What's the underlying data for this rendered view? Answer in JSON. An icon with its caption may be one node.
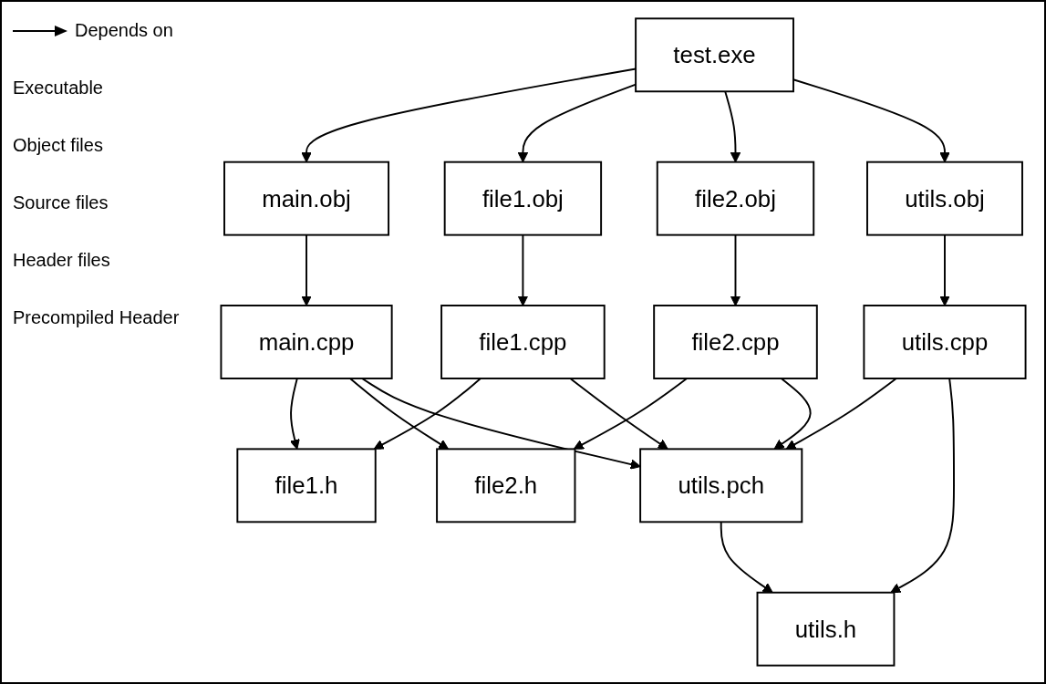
{
  "diagram": {
    "nodes": [
      {
        "text": [
          "test.exe"
        ]
      },
      {
        "text": [
          "main.obj"
        ]
      },
      {
        "text": [
          "file1.obj"
        ]
      },
      {
        "text": [
          "file2.obj"
        ]
      },
      {
        "text": [
          "utils.obj"
        ]
      },
      {
        "text": [
          "main.cpp"
        ]
      },
      {
        "text": [
          "file1.cpp"
        ]
      },
      {
        "text": [
          "file2.cpp"
        ]
      },
      {
        "text": [
          "utils.cpp"
        ]
      },
      {
        "text": [
          "file1.h"
        ]
      },
      {
        "text": [
          "file2.h"
        ]
      },
      {
        "text": [
          "utils.pch"
        ]
      },
      {
        "text": [
          "utils.h"
        ]
      }
    ],
    "edges": [
      {
        "from": 0,
        "to": 1,
        "arrow": "to"
      },
      {
        "from": 0,
        "to": 2,
        "arrow": "to"
      },
      {
        "from": 0,
        "to": 3,
        "arrow": "to"
      },
      {
        "from": 0,
        "to": 4,
        "arrow": "to"
      },
      {
        "from": 1,
        "to": 5,
        "arrow": "to"
      },
      {
        "from": 2,
        "to": 6,
        "arrow": "to"
      },
      {
        "from": 3,
        "to": 7,
        "arrow": "to"
      },
      {
        "from": 4,
        "to": 8,
        "arrow": "to"
      },
      {
        "from": 5,
        "to": 9,
        "arrow": "to"
      },
      {
        "from": 5,
        "to": 10,
        "arrow": "to"
      },
      {
        "from": 5,
        "to": 11,
        "arrow": "to"
      },
      {
        "from": 6,
        "to": 9,
        "arrow": "to"
      },
      {
        "from": 6,
        "to": 11,
        "arrow": "to"
      },
      {
        "from": 7,
        "to": 10,
        "arrow": "to"
      },
      {
        "from": 7,
        "to": 11,
        "arrow": "to"
      },
      {
        "from": 8,
        "to": 11,
        "arrow": "to"
      },
      {
        "from": 8,
        "to": 12,
        "arrow": "to"
      },
      {
        "from": 11,
        "to": 12,
        "arrow": "to"
      }
    ],
    "labels": [
      "Executable",
      "Object files",
      "Source files",
      "Header files",
      "Precompiled Header"
    ],
    "legend": [
      {
        "text": "Depends on"
      }
    ]
  }
}
